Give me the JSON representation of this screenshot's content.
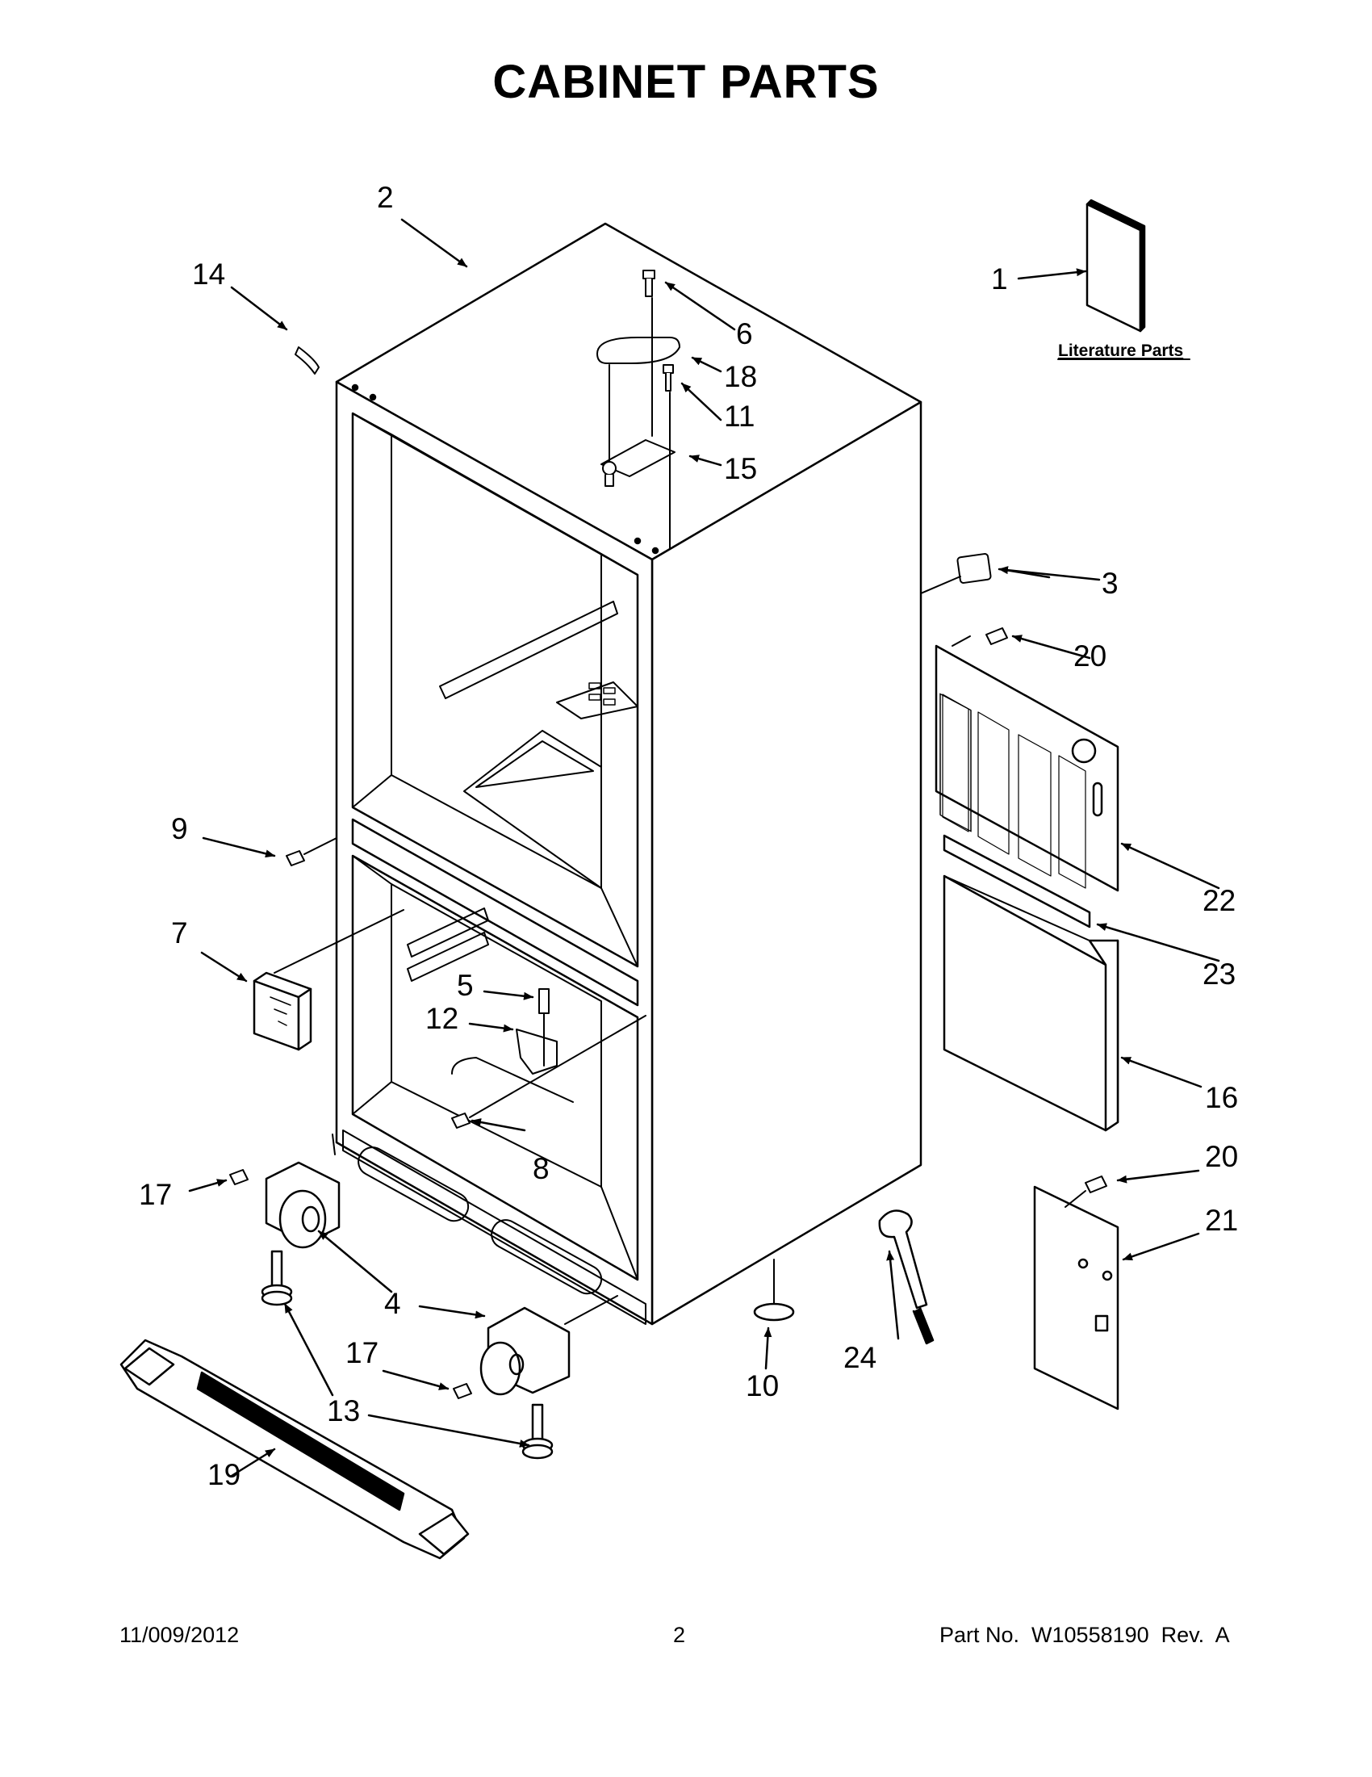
{
  "title": "CABINET PARTS",
  "literature_label": "Literature Parts",
  "callouts": [
    "1",
    "2",
    "3",
    "4",
    "5",
    "6",
    "7",
    "8",
    "9",
    "10",
    "11",
    "12",
    "13",
    "14",
    "15",
    "16",
    "17",
    "17",
    "18",
    "19",
    "20",
    "20",
    "21",
    "22",
    "23",
    "24"
  ],
  "footer": {
    "date": "11/009/2012",
    "page": "2",
    "part": "Part No.  W10558190  Rev.  A"
  }
}
